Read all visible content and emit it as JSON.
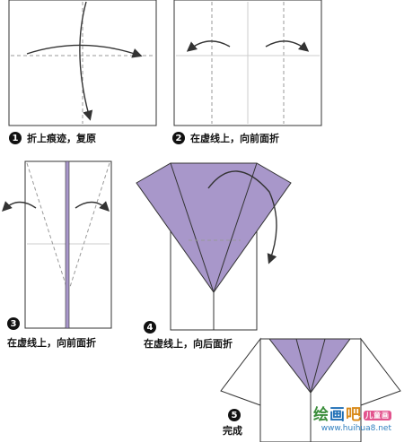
{
  "steps": [
    {
      "number": "1",
      "caption": "折上痕迹，复原"
    },
    {
      "number": "2",
      "caption": "在虚线上，向前面折"
    },
    {
      "number": "3",
      "caption": "在虚线上，向前面折"
    },
    {
      "number": "4",
      "caption": "在虚线上，向后面折"
    },
    {
      "number": "5",
      "caption": "完成"
    }
  ],
  "watermark": {
    "brand": [
      "绘",
      "画",
      "吧"
    ],
    "badge": "儿童画",
    "url": "www.huihua8.net"
  },
  "colors": {
    "paper_color": "#a897ca",
    "line": "#333333",
    "fold_line": "#999999"
  }
}
